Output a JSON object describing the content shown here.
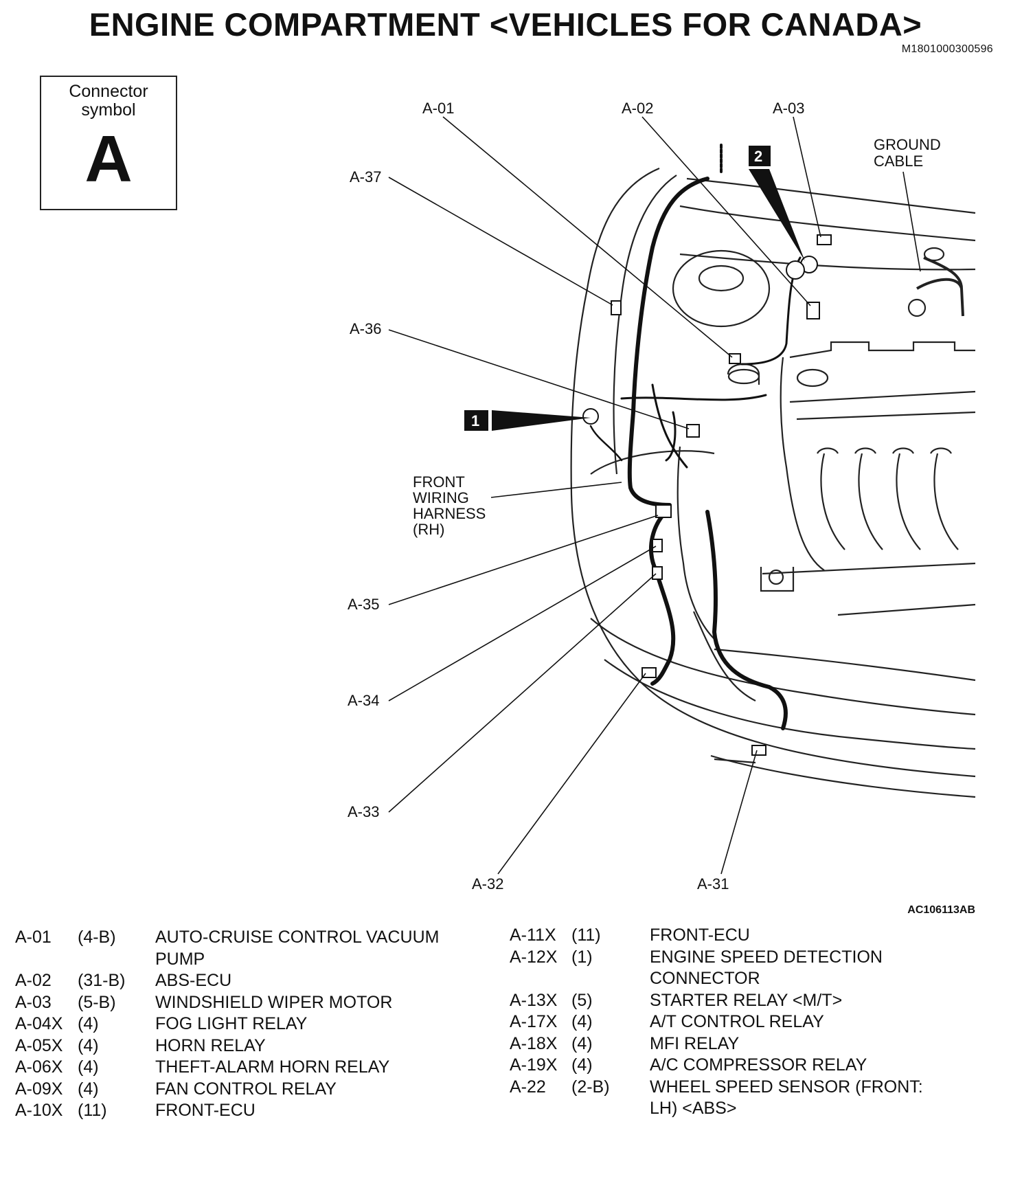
{
  "header": {
    "title": "ENGINE COMPARTMENT <VEHICLES FOR CANADA>",
    "doc_id": "M1801000300596"
  },
  "connector_symbol": {
    "caption": "Connector\nsymbol",
    "letter": "A"
  },
  "callouts": {
    "a01": "A-01",
    "a02": "A-02",
    "a03": "A-03",
    "a37": "A-37",
    "a36": "A-36",
    "a35": "A-35",
    "a34": "A-34",
    "a33": "A-33",
    "a32": "A-32",
    "a31": "A-31",
    "ground_cable_1": "GROUND",
    "ground_cable_2": "CABLE",
    "harness_1": "FRONT",
    "harness_2": "WIRING",
    "harness_3": "HARNESS",
    "harness_4": "(RH)",
    "marker_1": "1",
    "marker_2": "2"
  },
  "figure_id": "AC106113AB",
  "legend_left": [
    {
      "code": "A-01",
      "pins": "(4-B)",
      "desc": "AUTO-CRUISE CONTROL VACUUM PUMP"
    },
    {
      "code": "A-02",
      "pins": "(31-B)",
      "desc": "ABS-ECU"
    },
    {
      "code": "A-03",
      "pins": "(5-B)",
      "desc": "WINDSHIELD WIPER MOTOR"
    },
    {
      "code": "A-04X",
      "pins": "(4)",
      "desc": "FOG LIGHT RELAY"
    },
    {
      "code": "A-05X",
      "pins": "(4)",
      "desc": "HORN RELAY"
    },
    {
      "code": "A-06X",
      "pins": "(4)",
      "desc": "THEFT-ALARM HORN RELAY"
    },
    {
      "code": "A-09X",
      "pins": "(4)",
      "desc": "FAN CONTROL RELAY"
    },
    {
      "code": "A-10X",
      "pins": "(11)",
      "desc": "FRONT-ECU"
    }
  ],
  "legend_right": [
    {
      "code": "A-11X",
      "pins": "(11)",
      "desc": "FRONT-ECU"
    },
    {
      "code": "A-12X",
      "pins": "(1)",
      "desc": "ENGINE SPEED DETECTION CONNECTOR"
    },
    {
      "code": "A-13X",
      "pins": "(5)",
      "desc": "STARTER RELAY <M/T>"
    },
    {
      "code": "A-17X",
      "pins": "(4)",
      "desc": "A/T CONTROL RELAY"
    },
    {
      "code": "A-18X",
      "pins": "(4)",
      "desc": "MFI RELAY"
    },
    {
      "code": "A-19X",
      "pins": "(4)",
      "desc": "A/C COMPRESSOR RELAY"
    },
    {
      "code": "A-22",
      "pins": "(2-B)",
      "desc": "WHEEL SPEED SENSOR (FRONT: LH) <ABS>"
    }
  ]
}
